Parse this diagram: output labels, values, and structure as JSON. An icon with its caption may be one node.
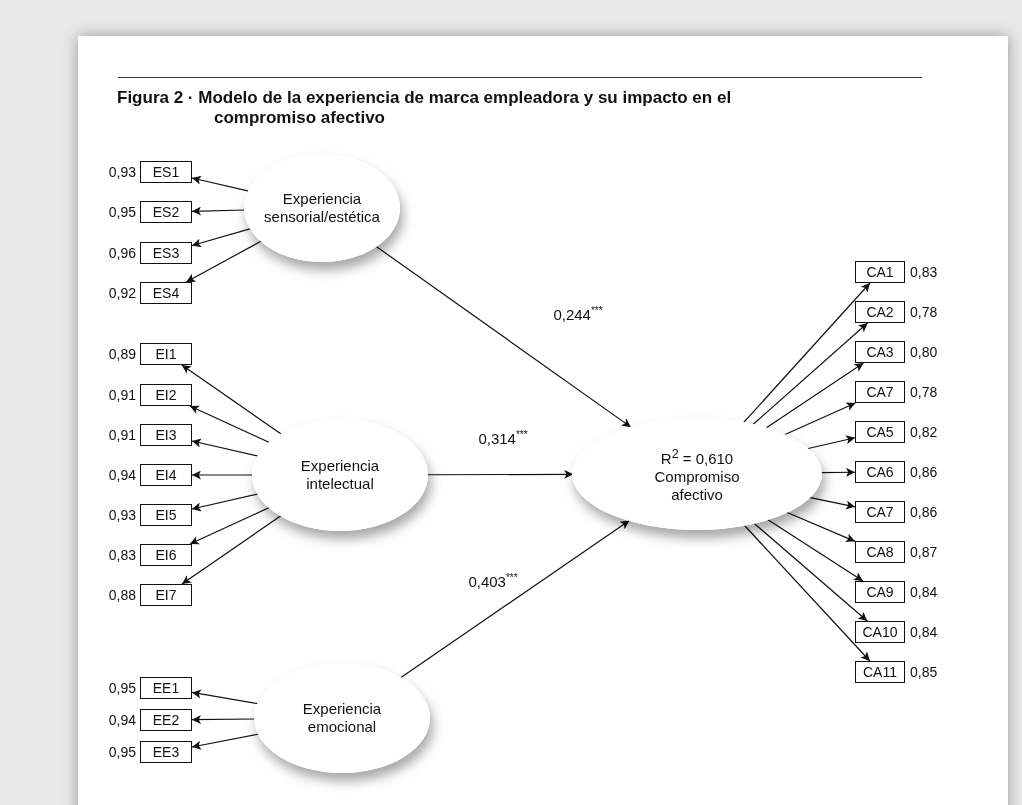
{
  "diagram": {
    "title": "Figura 2 · Modelo de la experiencia de marca empleadora y su impacto en el compromiso afectivo",
    "nodes": [
      {
        "text": [
          "Experiencia sensorial/estética"
        ]
      },
      {
        "text": [
          "ES1"
        ],
        "beside": [
          "0,93"
        ]
      },
      {
        "text": [
          "ES2"
        ],
        "beside": [
          "0,95"
        ]
      },
      {
        "text": [
          "ES3"
        ],
        "beside": [
          "0,96"
        ]
      },
      {
        "text": [
          "ES4"
        ],
        "beside": [
          "0,92"
        ]
      },
      {
        "text": [
          "Experiencia intelectual"
        ]
      },
      {
        "text": [
          "EI1"
        ],
        "beside": [
          "0,89"
        ]
      },
      {
        "text": [
          "EI2"
        ],
        "beside": [
          "0,91"
        ]
      },
      {
        "text": [
          "EI3"
        ],
        "beside": [
          "0,91"
        ]
      },
      {
        "text": [
          "EI4"
        ],
        "beside": [
          "0,94"
        ]
      },
      {
        "text": [
          "EI5"
        ],
        "beside": [
          "0,93"
        ]
      },
      {
        "text": [
          "EI6"
        ],
        "beside": [
          "0,83"
        ]
      },
      {
        "text": [
          "EI7"
        ],
        "beside": [
          "0,88"
        ]
      },
      {
        "text": [
          "Experiencia emocional"
        ]
      },
      {
        "text": [
          "EE1"
        ],
        "beside": [
          "0,95"
        ]
      },
      {
        "text": [
          "EE2"
        ],
        "beside": [
          "0,94"
        ]
      },
      {
        "text": [
          "EE3"
        ],
        "beside": [
          "0,95"
        ]
      },
      {
        "text": [
          "R$^{2}$ = 0,610",
          "Compromiso afectivo"
        ]
      },
      {
        "text": [
          "CA1"
        ],
        "beside": [
          "0,83"
        ]
      },
      {
        "text": [
          "CA2"
        ],
        "beside": [
          "0,78"
        ]
      },
      {
        "text": [
          "CA3"
        ],
        "beside": [
          "0,80"
        ]
      },
      {
        "text": [
          "CA7"
        ],
        "beside": [
          "0,78"
        ]
      },
      {
        "text": [
          "CA5"
        ],
        "beside": [
          "0,82"
        ]
      },
      {
        "text": [
          "CA6"
        ],
        "beside": [
          "0,86"
        ]
      },
      {
        "text": [
          "CA7"
        ],
        "beside": [
          "0,86"
        ]
      },
      {
        "text": [
          "CA8"
        ],
        "beside": [
          "0,87"
        ]
      },
      {
        "text": [
          "CA9"
        ],
        "beside": [
          "0,84"
        ]
      },
      {
        "text": [
          "CA10"
        ],
        "beside": [
          "0,84"
        ]
      },
      {
        "text": [
          "CA11"
        ],
        "beside": [
          "0,85"
        ]
      }
    ],
    "edges": [
      {
        "from": 0,
        "to": 1,
        "arrow": "to"
      },
      {
        "from": 0,
        "to": 2,
        "arrow": "to"
      },
      {
        "from": 0,
        "to": 3,
        "arrow": "to"
      },
      {
        "from": 0,
        "to": 4,
        "arrow": "to"
      },
      {
        "from": 0,
        "to": 17,
        "arrow": "to",
        "label": "0,244$^{***}$"
      },
      {
        "from": 5,
        "to": 6,
        "arrow": "to"
      },
      {
        "from": 5,
        "to": 7,
        "arrow": "to"
      },
      {
        "from": 5,
        "to": 8,
        "arrow": "to"
      },
      {
        "from": 5,
        "to": 9,
        "arrow": "to"
      },
      {
        "from": 5,
        "to": 10,
        "arrow": "to"
      },
      {
        "from": 5,
        "to": 11,
        "arrow": "to"
      },
      {
        "from": 5,
        "to": 12,
        "arrow": "to"
      },
      {
        "from": 5,
        "to": 17,
        "arrow": "to",
        "label": "0,314$^{***}$"
      },
      {
        "from": 13,
        "to": 14,
        "arrow": "to"
      },
      {
        "from": 13,
        "to": 15,
        "arrow": "to"
      },
      {
        "from": 13,
        "to": 16,
        "arrow": "to"
      },
      {
        "from": 13,
        "to": 17,
        "arrow": "to",
        "label": "0,403$^{***}$"
      },
      {
        "from": 17,
        "to": 18,
        "arrow": "to"
      },
      {
        "from": 17,
        "to": 19,
        "arrow": "to"
      },
      {
        "from": 17,
        "to": 20,
        "arrow": "to"
      },
      {
        "from": 17,
        "to": 21,
        "arrow": "to"
      },
      {
        "from": 17,
        "to": 22,
        "arrow": "to"
      },
      {
        "from": 17,
        "to": 23,
        "arrow": "to"
      },
      {
        "from": 17,
        "to": 24,
        "arrow": "to"
      },
      {
        "from": 17,
        "to": 25,
        "arrow": "to"
      },
      {
        "from": 17,
        "to": 26,
        "arrow": "to"
      },
      {
        "from": 17,
        "to": 27,
        "arrow": "to"
      },
      {
        "from": 17,
        "to": 28,
        "arrow": "to"
      }
    ]
  }
}
